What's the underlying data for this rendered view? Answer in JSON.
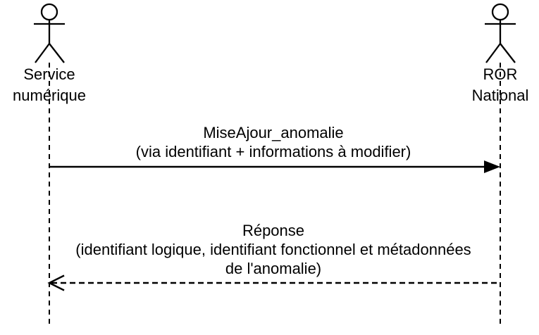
{
  "diagram": {
    "type": "uml-sequence-diagram",
    "background_color": "#FFFFFF",
    "line_color": "#000000",
    "actors": [
      {
        "id": "service-numerique",
        "name": "Service numérique",
        "name_lines": [
          "Service",
          "numérique"
        ]
      },
      {
        "id": "ror-national",
        "name": "ROR National",
        "name_lines": [
          "ROR",
          "National"
        ]
      }
    ],
    "messages": [
      {
        "from": "Service numérique",
        "to": "ROR National",
        "line_style": "solid",
        "arrowhead": "filled",
        "label": "MiseAjour_anomalie (via identifiant + informations à modifier)",
        "label_lines": [
          "MiseAjour_anomalie",
          "(via identifiant + informations à modifier)"
        ]
      },
      {
        "from": "ROR National",
        "to": "Service numérique",
        "line_style": "dashed",
        "arrowhead": "open",
        "label": "Réponse (identifiant logique, identifiant fonctionnel et métadonnées de l'anomalie)",
        "label_lines": [
          "Réponse",
          "(identifiant logique, identifiant fonctionnel et métadonnées",
          "de l'anomalie)"
        ]
      }
    ]
  }
}
